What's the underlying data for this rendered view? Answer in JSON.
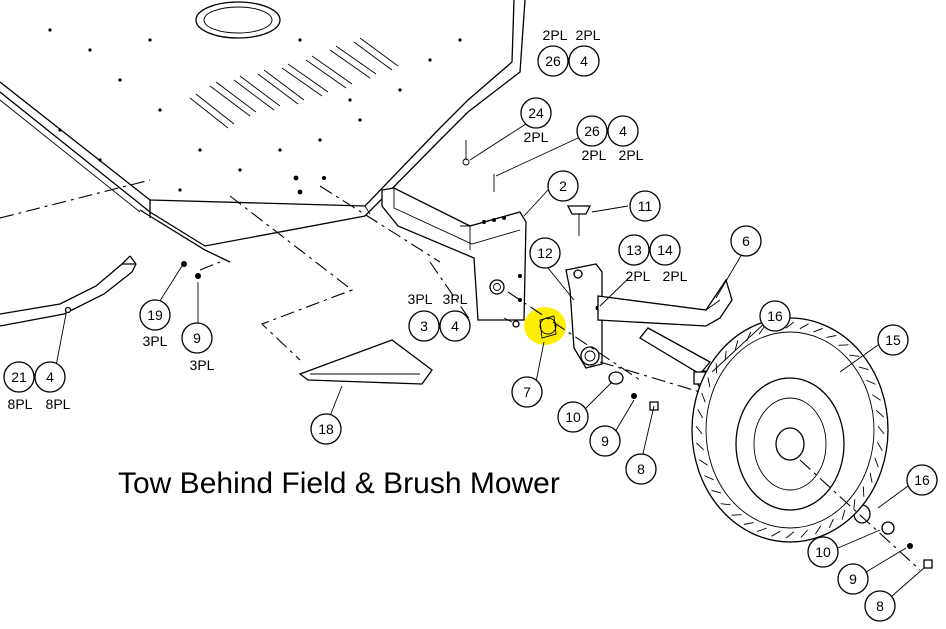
{
  "caption": "Tow Behind Field & Brush Mower",
  "highlight_color": "#ffee00",
  "callouts": [
    {
      "id": "c26a",
      "number": "26"
    },
    {
      "id": "c4a",
      "number": "4"
    },
    {
      "id": "c24",
      "number": "24"
    },
    {
      "id": "c26b",
      "number": "26"
    },
    {
      "id": "c4b",
      "number": "4"
    },
    {
      "id": "c2",
      "number": "2"
    },
    {
      "id": "c11",
      "number": "11"
    },
    {
      "id": "c12",
      "number": "12"
    },
    {
      "id": "c13",
      "number": "13"
    },
    {
      "id": "c14",
      "number": "14"
    },
    {
      "id": "c6",
      "number": "6"
    },
    {
      "id": "c3",
      "number": "3"
    },
    {
      "id": "c4c",
      "number": "4"
    },
    {
      "id": "c19",
      "number": "19"
    },
    {
      "id": "c9a",
      "number": "9"
    },
    {
      "id": "c21",
      "number": "21"
    },
    {
      "id": "c4d",
      "number": "4"
    },
    {
      "id": "c7",
      "number": "7"
    },
    {
      "id": "c16a",
      "number": "16"
    },
    {
      "id": "c15",
      "number": "15"
    },
    {
      "id": "c10a",
      "number": "10"
    },
    {
      "id": "c9b",
      "number": "9"
    },
    {
      "id": "c8a",
      "number": "8"
    },
    {
      "id": "c18",
      "number": "18"
    },
    {
      "id": "c16b",
      "number": "16"
    },
    {
      "id": "c10b",
      "number": "10"
    },
    {
      "id": "c9c",
      "number": "9"
    },
    {
      "id": "c8b",
      "number": "8"
    }
  ],
  "qty_labels": [
    {
      "id": "q26a",
      "text": "2PL"
    },
    {
      "id": "q4a",
      "text": "2PL"
    },
    {
      "id": "q24",
      "text": "2PL"
    },
    {
      "id": "q26b",
      "text": "2PL"
    },
    {
      "id": "q4b",
      "text": "2PL"
    },
    {
      "id": "q13",
      "text": "2PL"
    },
    {
      "id": "q14",
      "text": "2PL"
    },
    {
      "id": "q3",
      "text": "3PL"
    },
    {
      "id": "q4c",
      "text": "3PL"
    },
    {
      "id": "q19",
      "text": "3PL"
    },
    {
      "id": "q9a",
      "text": "3PL"
    },
    {
      "id": "q21",
      "text": "8PL"
    },
    {
      "id": "q4d",
      "text": "8PL"
    }
  ]
}
